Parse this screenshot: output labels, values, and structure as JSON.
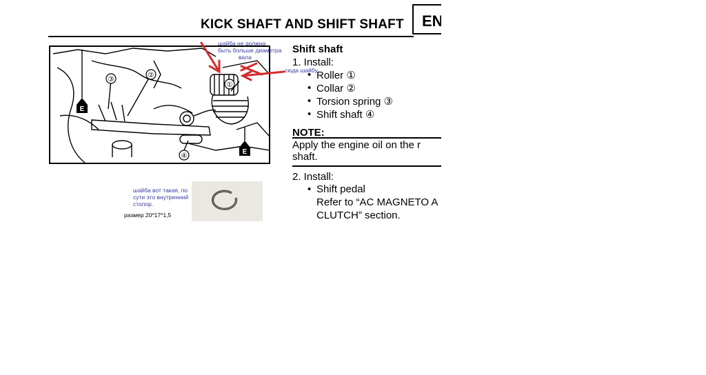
{
  "header": {
    "title": "KICK SHAFT AND SHIFT SHAFT",
    "chip": "EN"
  },
  "figure": {
    "callouts": [
      "①",
      "②",
      "③",
      "④"
    ],
    "oil_marks": [
      "E",
      "E"
    ]
  },
  "section": {
    "heading": "Shift shaft",
    "step1": {
      "label": "1.  Install:"
    },
    "items": [
      {
        "bullet": "•",
        "text": "Roller ①"
      },
      {
        "bullet": "•",
        "text": "Collar ②"
      },
      {
        "bullet": "•",
        "text": "Torsion spring ③"
      },
      {
        "bullet": "•",
        "text": "Shift shaft ④"
      }
    ],
    "note_heading": "NOTE:",
    "note_line1": "Apply  the  engine  oil  on  the  r",
    "note_line2": "shaft.",
    "step2": {
      "label": "2.  Install:"
    },
    "step2_item": {
      "bullet": "•",
      "text": "Shift pedal"
    },
    "refer_line1": "Refer to “AC MAGNETO A",
    "refer_line2": "CLUTCH” section."
  },
  "annotations": {
    "top_note": [
      "шайба не должна",
      "быть больше диаметра",
      "вала"
    ],
    "here_note": "сюда шайбу",
    "washer_note": [
      "шайба вот такая, по",
      "сути это внутренний",
      "стопор."
    ],
    "size_note": "размер 20*17*1,5"
  },
  "colors": {
    "annotation": "#3a3aa0",
    "arrow": "#d42b2b"
  }
}
